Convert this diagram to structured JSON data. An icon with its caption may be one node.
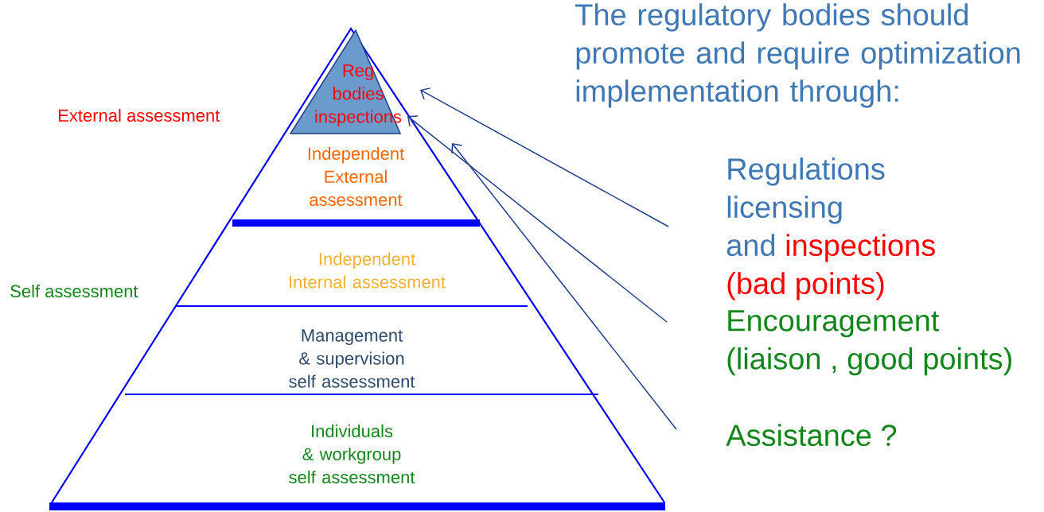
{
  "diagram": {
    "title": "The regulatory bodies should promote and require optimization implementation through:",
    "nodes": [
      {
        "text": [
          "Reg bodies inspections"
        ]
      },
      {
        "text": [
          "Independent External assessment"
        ]
      },
      {
        "text": [
          "Independent Internal assessment"
        ]
      },
      {
        "text": [
          "Management & supervision self assessment"
        ]
      },
      {
        "text": [
          "Individuals & workgroup self assessment"
        ]
      },
      {
        "text": [
          "Regulations",
          "licensing",
          "and",
          "inspections",
          "(bad points)"
        ]
      },
      {
        "text": [
          "Encouragement",
          "(liaison , good points)"
        ]
      },
      {
        "text": [
          "Assistance ?"
        ]
      }
    ],
    "edges": [
      {
        "from": 5,
        "to": 0,
        "arrow": "to"
      },
      {
        "from": 6,
        "to": 0,
        "arrow": "to"
      },
      {
        "from": 7,
        "to": 1,
        "arrow": "to"
      }
    ],
    "labels": [
      "External assessment",
      "Self assessment"
    ]
  }
}
